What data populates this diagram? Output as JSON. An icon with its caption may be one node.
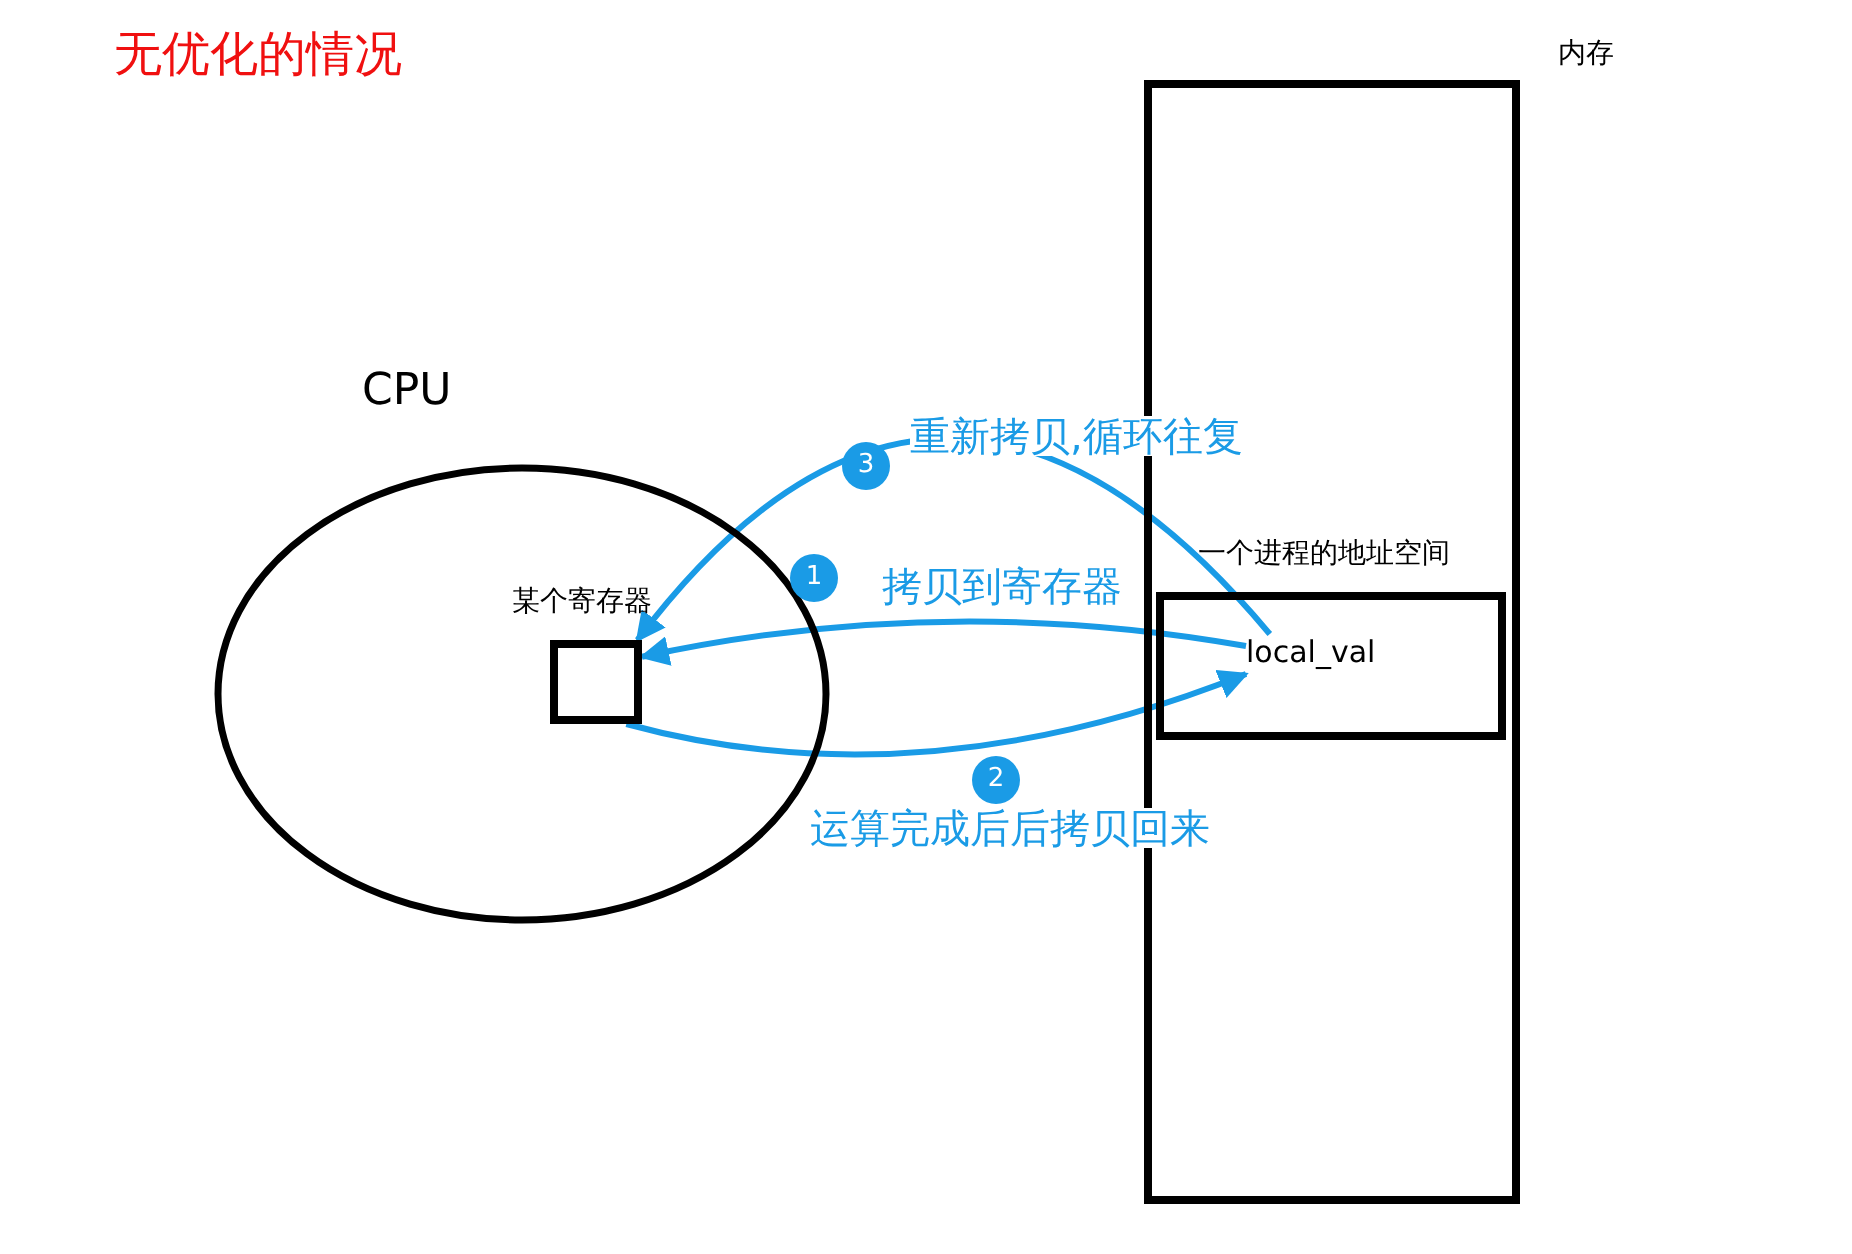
{
  "diagram": {
    "title": "无优化的情况",
    "nodes": [
      {
        "text": [
          "内存"
        ]
      },
      {
        "text": [
          "CPU"
        ]
      },
      {
        "text": [
          "一个进程的地址空间"
        ],
        "in": 0
      },
      {
        "text": [
          "local_val"
        ],
        "in": 2
      },
      {
        "text": [
          "某个寄存器"
        ],
        "in": 1
      }
    ],
    "edges": [
      {
        "from": 3,
        "to": 4,
        "arrow": "to",
        "label": "拷贝到寄存器"
      },
      {
        "from": 4,
        "to": 3,
        "arrow": "to",
        "label": "运算完成后后拷贝回来"
      },
      {
        "from": 3,
        "to": 4,
        "arrow": "to",
        "label": "重新拷贝,循环往复"
      }
    ],
    "labels": [
      "3",
      "1",
      "2"
    ]
  }
}
